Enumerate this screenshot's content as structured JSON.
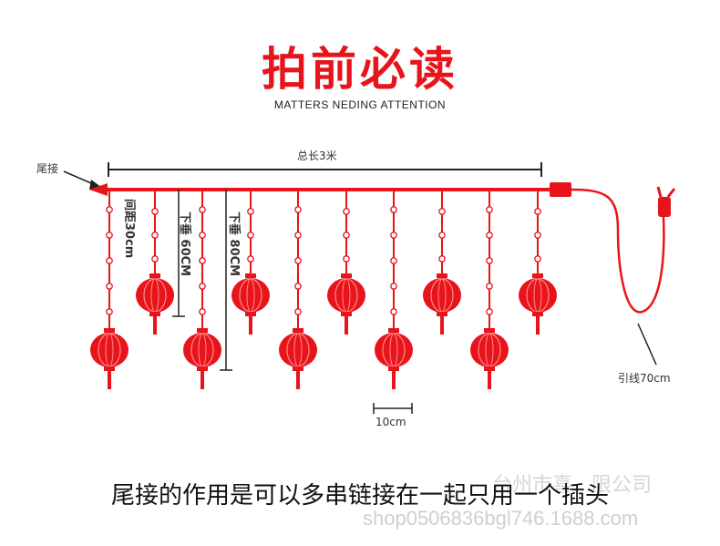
{
  "title": "拍前必读",
  "subtitle": "MATTERS NEDING ATTENTION",
  "labels": {
    "tail": "尾接",
    "total_length": "总长3米",
    "spacing": "间距30cm",
    "drop_60": "下垂 60CM",
    "drop_80": "下垂 80CM",
    "lead_wire": "引线70cm",
    "scale_10": "10cm"
  },
  "caption": "尾接的作用是可以多串链接在一起只用一个插头",
  "watermark": {
    "company": "台州市喜...限公司",
    "shop": "shop0506836bgl746.1688.com"
  },
  "colors": {
    "red": "#e8141b",
    "dark": "#333333"
  }
}
